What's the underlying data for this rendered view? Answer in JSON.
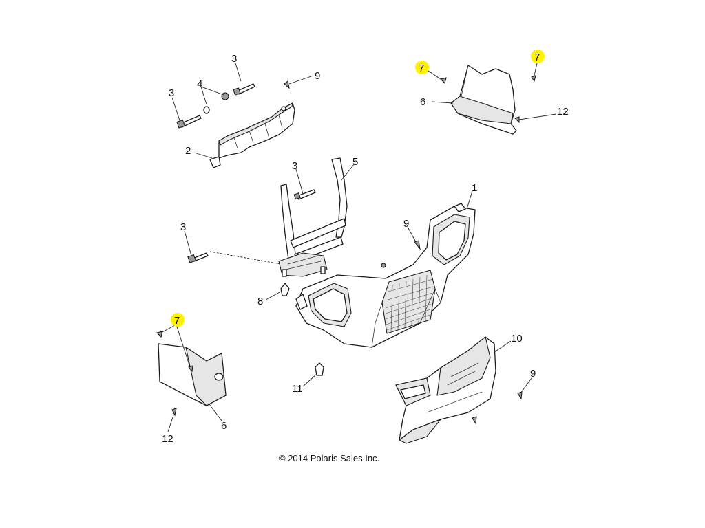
{
  "callouts": [
    {
      "id": "c3a",
      "label": "3"
    },
    {
      "id": "c4",
      "label": "4"
    },
    {
      "id": "c3b",
      "label": "3"
    },
    {
      "id": "c9a",
      "label": "9"
    },
    {
      "id": "c2",
      "label": "2"
    },
    {
      "id": "c3c",
      "label": "3"
    },
    {
      "id": "c5",
      "label": "5"
    },
    {
      "id": "c3d",
      "label": "3"
    },
    {
      "id": "c1",
      "label": "1"
    },
    {
      "id": "c9b",
      "label": "9"
    },
    {
      "id": "c8",
      "label": "8"
    },
    {
      "id": "c7a",
      "label": "7",
      "highlight": true
    },
    {
      "id": "c7b",
      "label": "7",
      "highlight": true
    },
    {
      "id": "c6a",
      "label": "6"
    },
    {
      "id": "c12a",
      "label": "12"
    },
    {
      "id": "c7c",
      "label": "7",
      "highlight": true
    },
    {
      "id": "c10",
      "label": "10"
    },
    {
      "id": "c9c",
      "label": "9"
    },
    {
      "id": "c11",
      "label": "11"
    },
    {
      "id": "c12b",
      "label": "12"
    },
    {
      "id": "c6b",
      "label": "6"
    }
  ],
  "copyright": "© 2014 Polaris Sales Inc.",
  "colors": {
    "highlight": "#fff200",
    "line": "#1a1a1a",
    "background": "#ffffff"
  }
}
